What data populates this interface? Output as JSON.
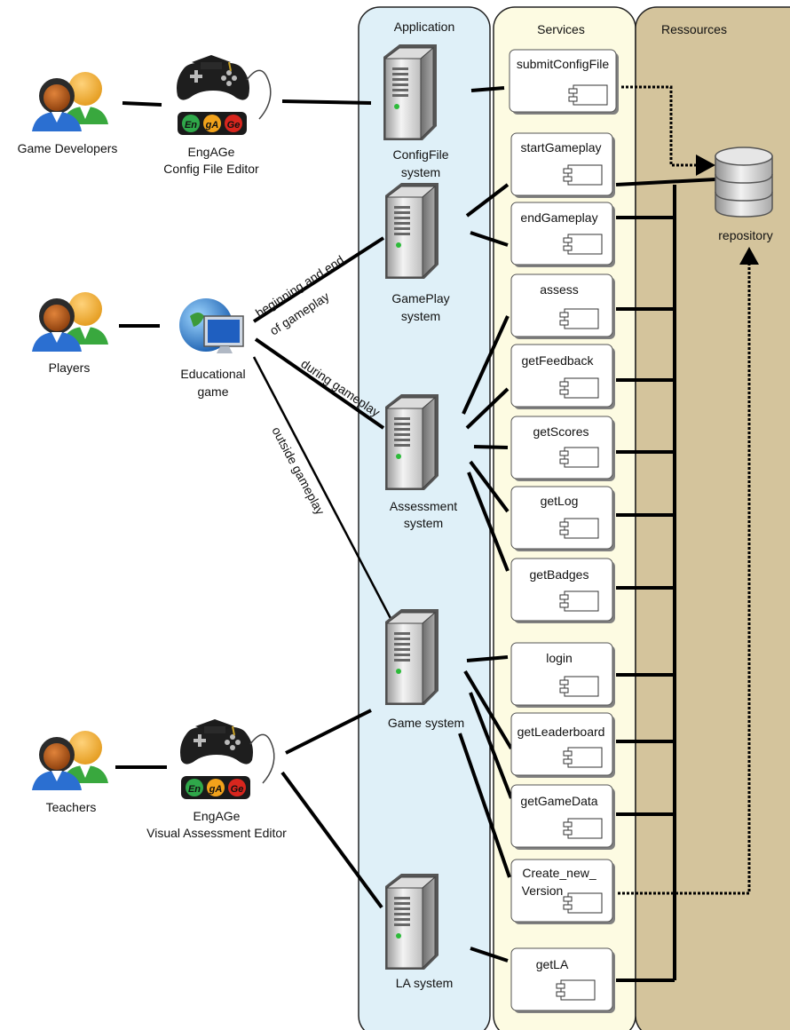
{
  "lanes": {
    "application": "Application",
    "services": "Services",
    "resources": "Ressources"
  },
  "actors": {
    "developers": "Game Developers",
    "players": "Players",
    "teachers": "Teachers"
  },
  "tools": {
    "config_editor": [
      "EngAGe",
      "Config File Editor"
    ],
    "educational_game": [
      "Educational",
      "game"
    ],
    "visual_editor": [
      "EngAGe",
      "Visual Assessment Editor"
    ],
    "logo_letters": [
      "En",
      "gA",
      "Ge"
    ]
  },
  "systems": {
    "configfile": [
      "ConfigFile",
      "system"
    ],
    "gameplay": [
      "GamePlay",
      "system"
    ],
    "assessment": [
      "Assessment",
      "system"
    ],
    "game": [
      "Game system"
    ],
    "la": [
      "LA system"
    ]
  },
  "edges": {
    "beginning_end": [
      "beginning and end",
      "of gameplay"
    ],
    "during": "during gameplay",
    "outside": "outside gameplay"
  },
  "services": {
    "submitConfigFile": "submitConfigFile",
    "startGameplay": "startGameplay",
    "endGameplay": "endGameplay",
    "assess": "assess",
    "getFeedback": "getFeedback",
    "getScores": "getScores",
    "getLog": "getLog",
    "getBadges": "getBadges",
    "login": "login",
    "getLeaderboard": "getLeaderboard",
    "getGameData": "getGameData",
    "createNewVersion": [
      "Create_new_",
      "Version"
    ],
    "getLA": "getLA"
  },
  "repository": "repository",
  "colors": {
    "application_lane": "#dff0f8",
    "services_lane": "#fdfbe2",
    "resources_lane": "#d4c49c",
    "line": "#000000"
  },
  "icon_names": {
    "actor": "people-icon",
    "server": "server-icon",
    "controller": "gamepad-icon",
    "globe": "globe-computer-icon",
    "database": "database-icon",
    "component": "component-icon"
  }
}
